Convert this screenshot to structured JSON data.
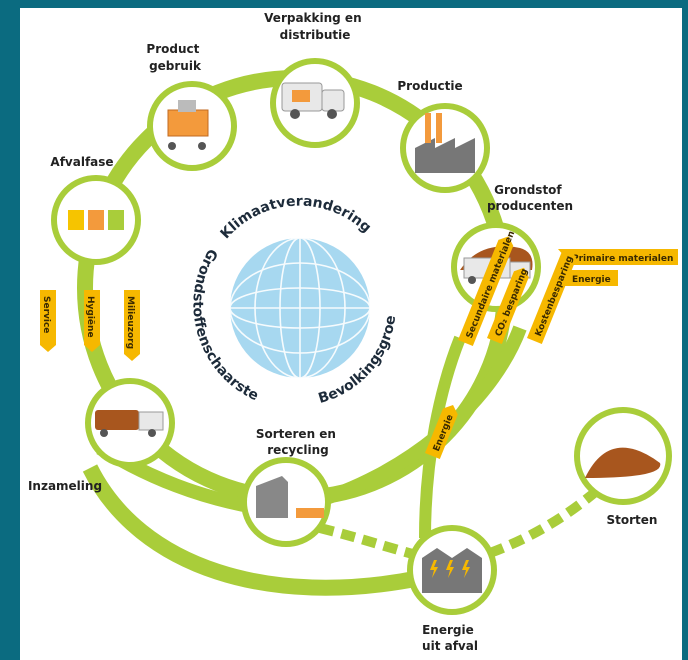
{
  "nodes": {
    "verpakking": [
      "Verpakking en",
      "distributie"
    ],
    "product": [
      "Product",
      "gebruik"
    ],
    "productie": [
      "Productie"
    ],
    "afvalfase": [
      "Afvalfase"
    ],
    "grondstof": [
      "Grondstof",
      "producenten"
    ],
    "inzameling": [
      "Inzameling"
    ],
    "sorteren": [
      "Sorteren en",
      "recycling"
    ],
    "storten": [
      "Storten"
    ],
    "energie": [
      "Energie",
      "uit afval"
    ]
  },
  "globe": {
    "top": "Klimaatverandering",
    "left": "Grondstoffenschaarste",
    "right": "Bevolkingsgroei"
  },
  "tags": {
    "primaire": "Primaire materialen",
    "energie_in": "Energie",
    "service": "Service",
    "hygiene": "Hygiëne",
    "milieuzorg": "Milieuzorg",
    "secundaire": "Secundaire materialen",
    "co2": "CO₂ besparing",
    "kosten": "Kostenbesparing",
    "energie_out": "Energie"
  },
  "colors": {
    "background": "#0b6b80",
    "flow_green": "#a9cd3a",
    "dark_green": "#8fb42b",
    "tag_yellow": "#f6b800",
    "globe_blue": "#a7d8f0",
    "waste_brown": "#a8561e"
  }
}
